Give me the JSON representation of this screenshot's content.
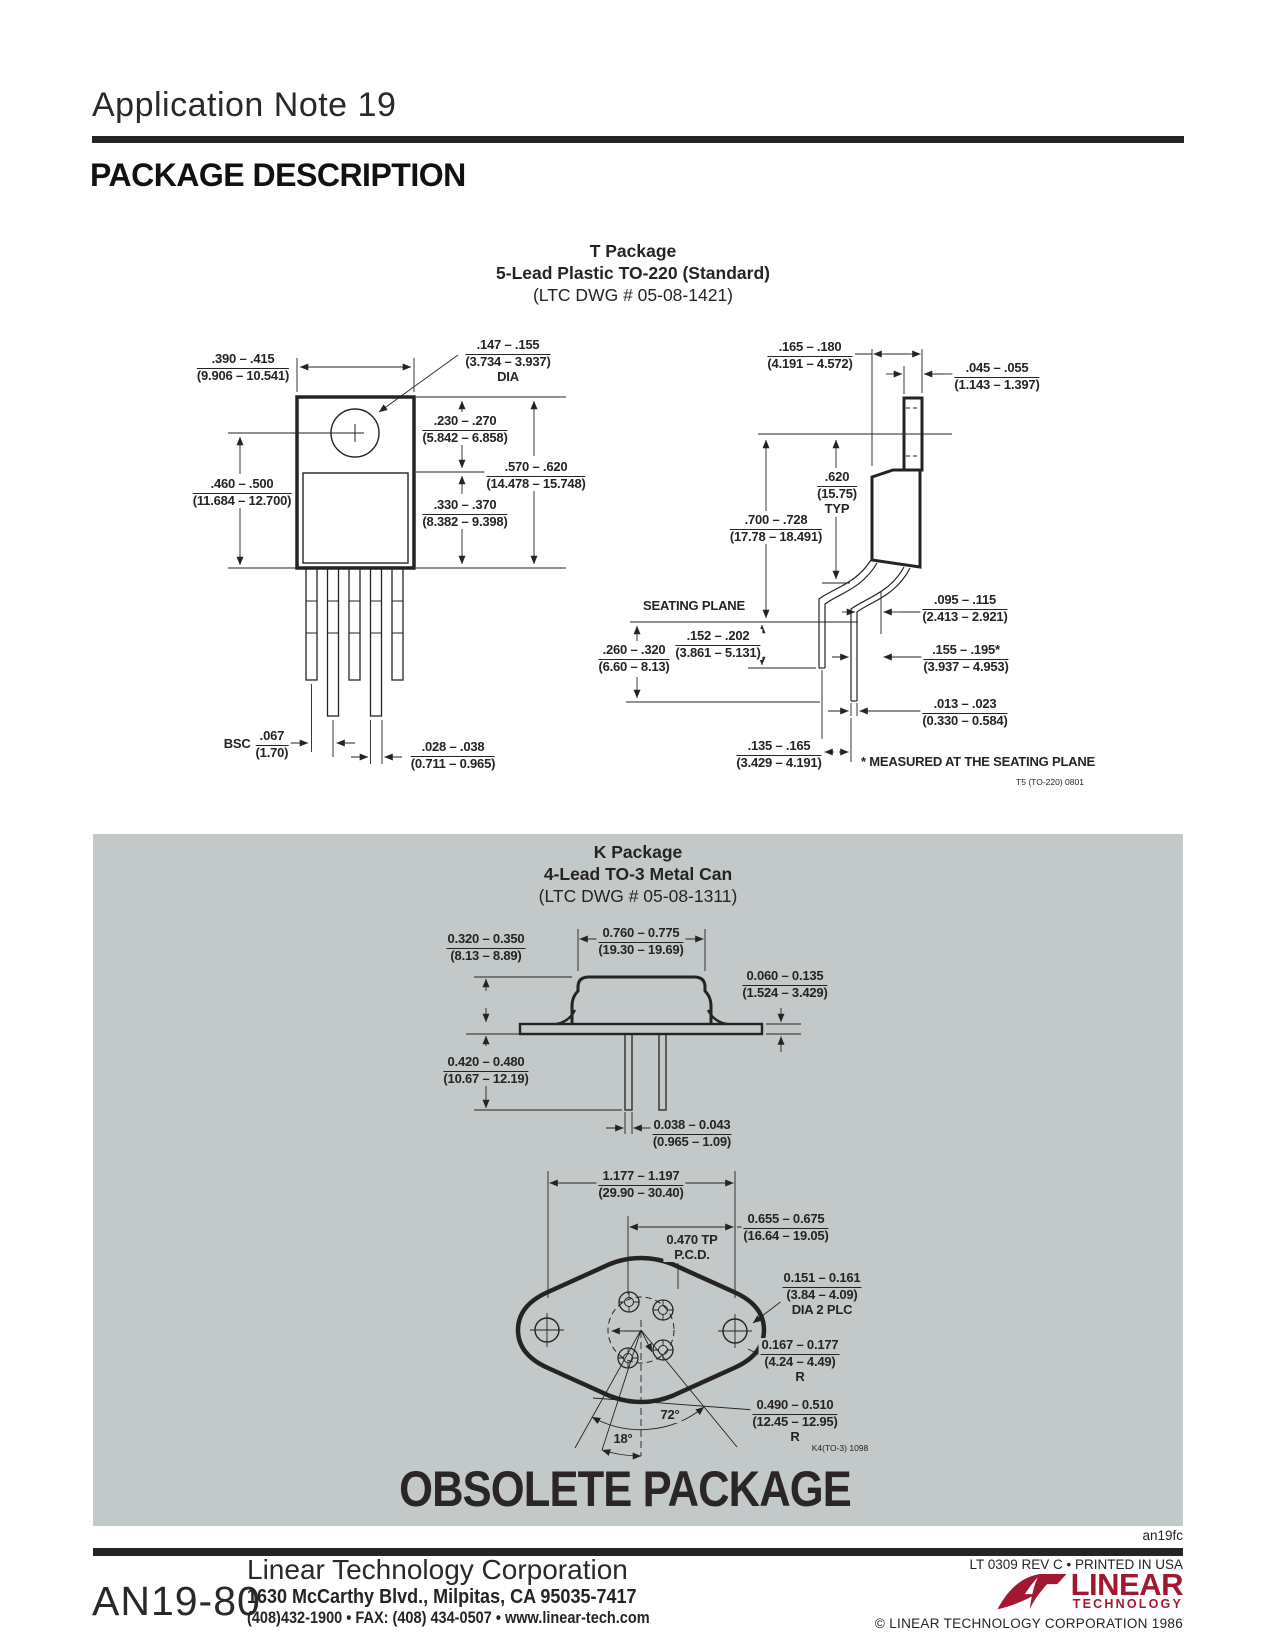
{
  "header": {
    "title": "Application Note 19",
    "section": "PACKAGE DESCRIPTION"
  },
  "t_package": {
    "title": "T Package",
    "subtitle": "5-Lead Plastic TO-220 (Standard)",
    "dwg_ref": "(LTC DWG # 05-08-1421)",
    "seating_plane": "SEATING PLANE",
    "footnote": "* MEASURED AT THE SEATING PLANE",
    "drawing_code": "T5 (TO-220) 0801",
    "dims": {
      "body_width": {
        "v": ".390 – .415",
        "m": "(9.906 – 10.541)"
      },
      "hole_dia": {
        "v": ".147 – .155",
        "m": "(3.734 – 3.937)",
        "suffix": "DIA"
      },
      "body_height": {
        "v": ".460 – .500",
        "m": "(11.684 – 12.700)"
      },
      "tab_height": {
        "v": ".230 – .270",
        "m": "(5.842 – 6.858)"
      },
      "mold_height": {
        "v": ".330 – .370",
        "m": "(8.382 – 9.398)"
      },
      "overall_height": {
        "v": ".570 – .620",
        "m": "(14.478 – 15.748)"
      },
      "lead_pitch": {
        "prefix": "BSC",
        "v": ".067",
        "m": "(1.70)"
      },
      "lead_width": {
        "v": ".028 – .038",
        "m": "(0.711 – 0.965)"
      },
      "tab_width": {
        "v": ".165 – .180",
        "m": "(4.191 – 4.572)"
      },
      "tab_thickness": {
        "v": ".045 – .055",
        "m": "(1.143 – 1.397)"
      },
      "lead_length_typ": {
        "v": ".620",
        "m": "(15.75)",
        "suffix": "TYP"
      },
      "height_to_tab": {
        "v": ".700 – .728",
        "m": "(17.78 – 18.491)"
      },
      "standoff": {
        "v": ".152 – .202",
        "m": "(3.861 – 5.131)"
      },
      "lead_below": {
        "v": ".260 – .320",
        "m": "(6.60 – 8.13)"
      },
      "bend_offset": {
        "v": ".095 – .115",
        "m": "(2.413 – 2.921)"
      },
      "seating_width": {
        "v": ".155 – .195*",
        "m": "(3.937 – 4.953)"
      },
      "lead_thickness": {
        "v": ".013 – .023",
        "m": "(0.330 – 0.584)"
      },
      "lead_spacing": {
        "v": ".135 – .165",
        "m": "(3.429 – 4.191)"
      }
    }
  },
  "k_package": {
    "title": "K Package",
    "subtitle": "4-Lead TO-3 Metal Can",
    "dwg_ref": "(LTC DWG # 05-08-1311)",
    "drawing_code": "K4(TO-3) 1098",
    "obsolete": "OBSOLETE PACKAGE",
    "corner_code": "an19fc",
    "dims": {
      "can_height": {
        "v": "0.320 – 0.350",
        "m": "(8.13 – 8.89)"
      },
      "cap_width": {
        "v": "0.760 – 0.775",
        "m": "(19.30 – 19.69)"
      },
      "flange_thickness": {
        "v": "0.060 – 0.135",
        "m": "(1.524 – 3.429)"
      },
      "lead_length": {
        "v": "0.420 – 0.480",
        "m": "(10.67 – 12.19)"
      },
      "lead_dia": {
        "v": "0.038 – 0.043",
        "m": "(0.965 – 1.09)"
      },
      "hole_spacing": {
        "v": "1.177 – 1.197",
        "m": "(29.90 – 30.40)"
      },
      "flange_width": {
        "v": "0.655 – 0.675",
        "m": "(16.64 – 19.05)"
      },
      "pitch_circle": {
        "v": "0.470 TP",
        "m": "P.C.D."
      },
      "mount_hole_dia": {
        "v": "0.151 – 0.161",
        "m": "(3.84 – 4.09)",
        "suffix": "DIA 2 PLC"
      },
      "corner_radius": {
        "v": "0.167 – 0.177",
        "m": "(4.24 – 4.49)",
        "suffix": "R"
      },
      "flange_radius": {
        "v": "0.490 – 0.510",
        "m": "(12.45 – 12.95)",
        "suffix": "R"
      },
      "angle_leads": "72°",
      "angle_offset": "18°"
    }
  },
  "footer": {
    "page_id": "AN19-80",
    "company": "Linear Technology Corporation",
    "address": "1630 McCarthy Blvd., Milpitas, CA 95035-7417",
    "contacts": "(408)432-1900 • FAX: (408) 434-0507 • www.linear-tech.com",
    "print_code": "LT 0309 REV C • PRINTED IN USA",
    "copyright": "© LINEAR TECHNOLOGY CORPORATION 1986",
    "logo_line1": "LINEAR",
    "logo_line2": "TECHNOLOGY"
  },
  "colors": {
    "panel_gray": "#c3c8c9",
    "logo_red": "#A31830",
    "ink": "#262323"
  }
}
